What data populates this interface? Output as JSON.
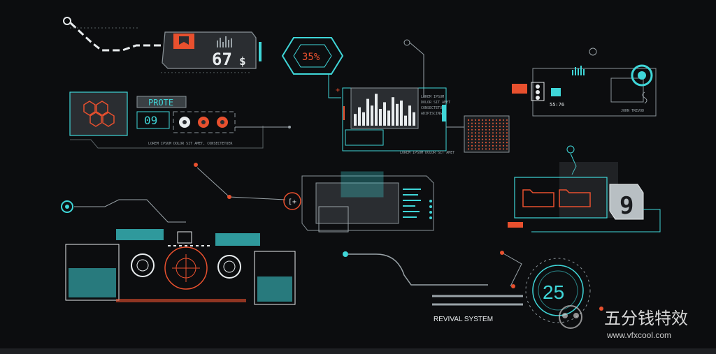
{
  "colors": {
    "background": "#0c0d0f",
    "cyan": "#3fd6d8",
    "orange": "#e8502e",
    "white": "#e8ecee",
    "grey": "#9aa3a8"
  },
  "panels": {
    "price": {
      "value": "67",
      "unit": "$",
      "icon": "bookmark-icon"
    },
    "hex_module": {
      "label": "PROTE",
      "counter": "09",
      "caption": "LOREM IPSUM DOLOR SIT AMET, CONSECTETUER"
    },
    "percent_badge": {
      "value": "35%"
    },
    "spectrum": {
      "side_text": [
        "LOREM IPSUM",
        "DOLOR SIT AMET",
        "CONSECTETUER",
        "ADIPISCING"
      ],
      "caption": "LOREM IPSUM DOLOR SIT AMET",
      "bars": [
        0.35,
        0.55,
        0.4,
        0.8,
        0.6,
        0.95,
        0.5,
        0.7,
        0.45,
        0.85,
        0.65,
        0.75,
        0.3,
        0.6,
        0.4
      ]
    },
    "status_card": {
      "code": "55:76",
      "name": "JOHN TREVOD"
    },
    "counter_nine": {
      "value": "9"
    },
    "dial": {
      "value": "25",
      "caption": "REVIVAL SYSTEM"
    }
  },
  "watermark": {
    "brand": "五分钱特效",
    "url": "www.vfxcool.com"
  }
}
